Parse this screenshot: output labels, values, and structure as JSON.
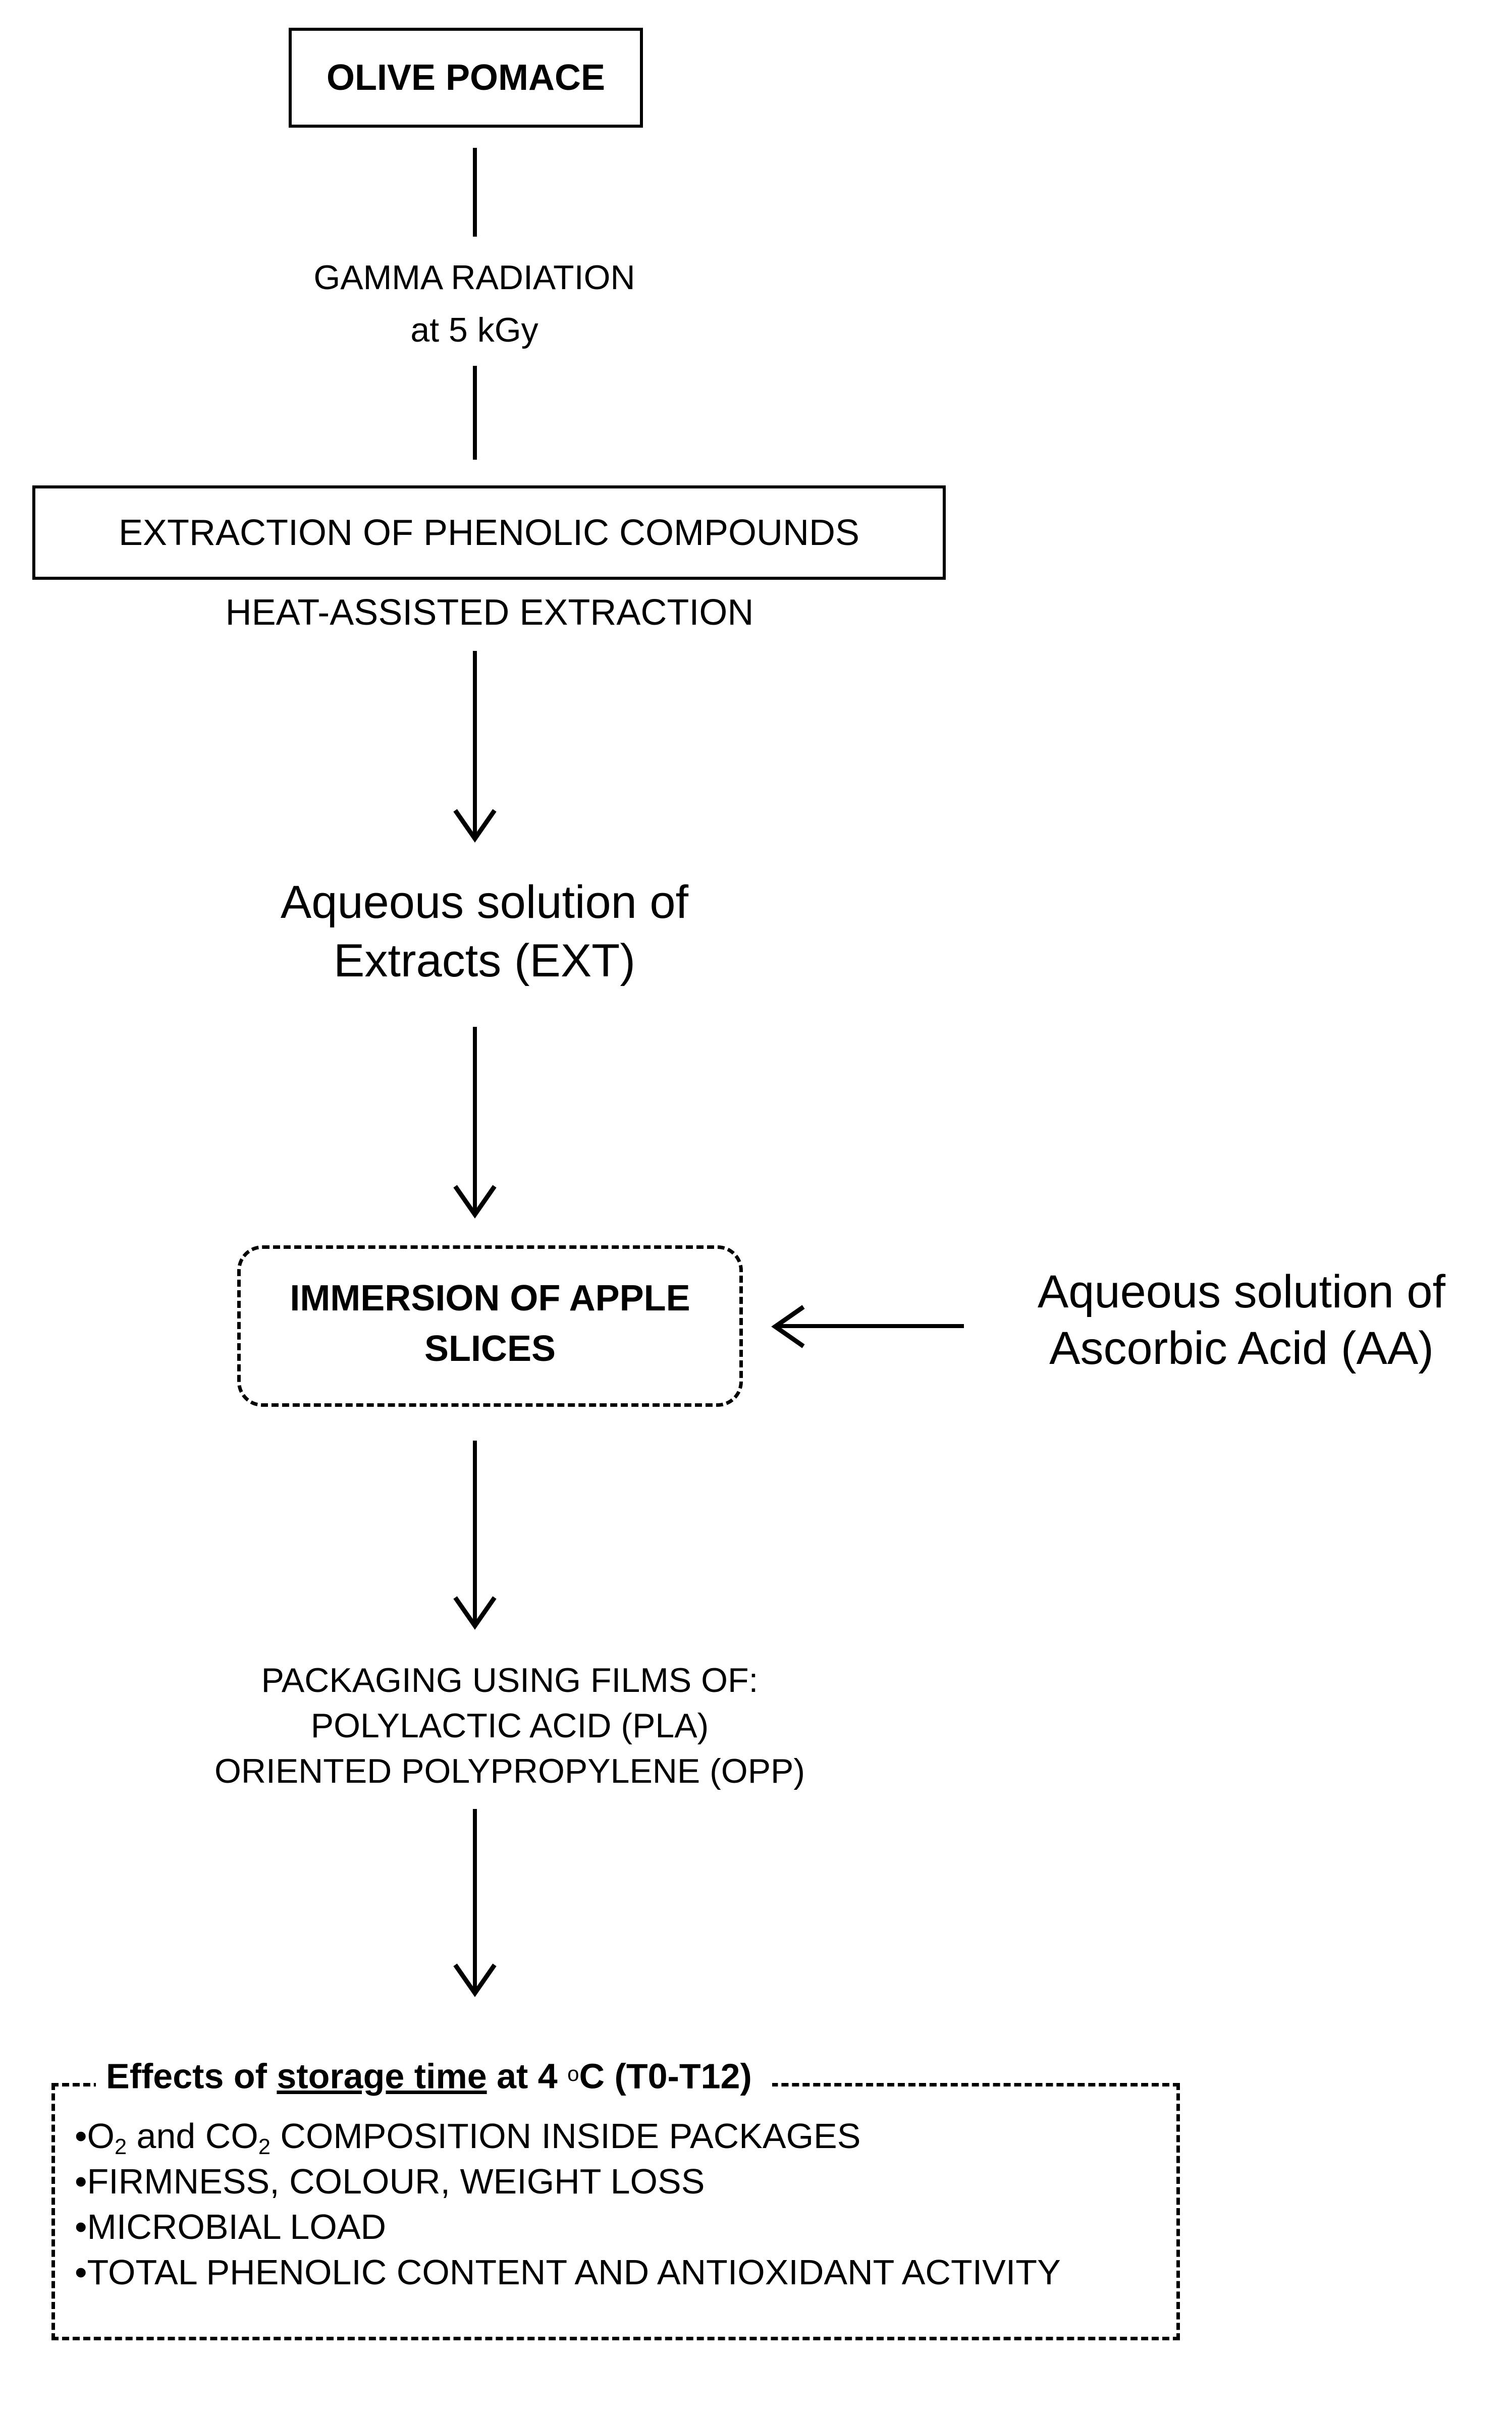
{
  "nodes": {
    "olive_pomace": "OLIVE POMACE",
    "gamma_line1": "GAMMA RADIATION",
    "gamma_line2": "at 5 kGy",
    "extraction_title": "EXTRACTION OF PHENOLIC COMPOUNDS",
    "extraction_method": "HEAT-ASSISTED EXTRACTION",
    "ext_line1": "Aqueous solution of",
    "ext_line2": "Extracts (EXT)",
    "immersion_line1": "IMMERSION OF APPLE",
    "immersion_line2": "SLICES",
    "aa_line1": "Aqueous solution of",
    "aa_line2": "Ascorbic Acid (AA)",
    "packaging_line1": "PACKAGING USING FILMS OF:",
    "packaging_line2": "POLYLACTIC ACID (PLA)",
    "packaging_line3": "ORIENTED POLYPROPYLENE (OPP)"
  },
  "effects": {
    "title_prefix": "Effects of ",
    "title_underlined": "storage time",
    "title_suffix": " at 4 ",
    "title_degree": "o",
    "title_unit": "C (T0-T12)",
    "bullet": "•",
    "item1_o": "O",
    "item1_sub1": "2",
    "item1_mid": " and CO",
    "item1_sub2": "2",
    "item1_rest": " COMPOSITION INSIDE PACKAGES",
    "item2": "FIRMNESS, COLOUR, WEIGHT LOSS",
    "item3": "MICROBIAL LOAD",
    "item4": "TOTAL PHENOLIC CONTENT AND ANTIOXIDANT ACTIVITY"
  }
}
